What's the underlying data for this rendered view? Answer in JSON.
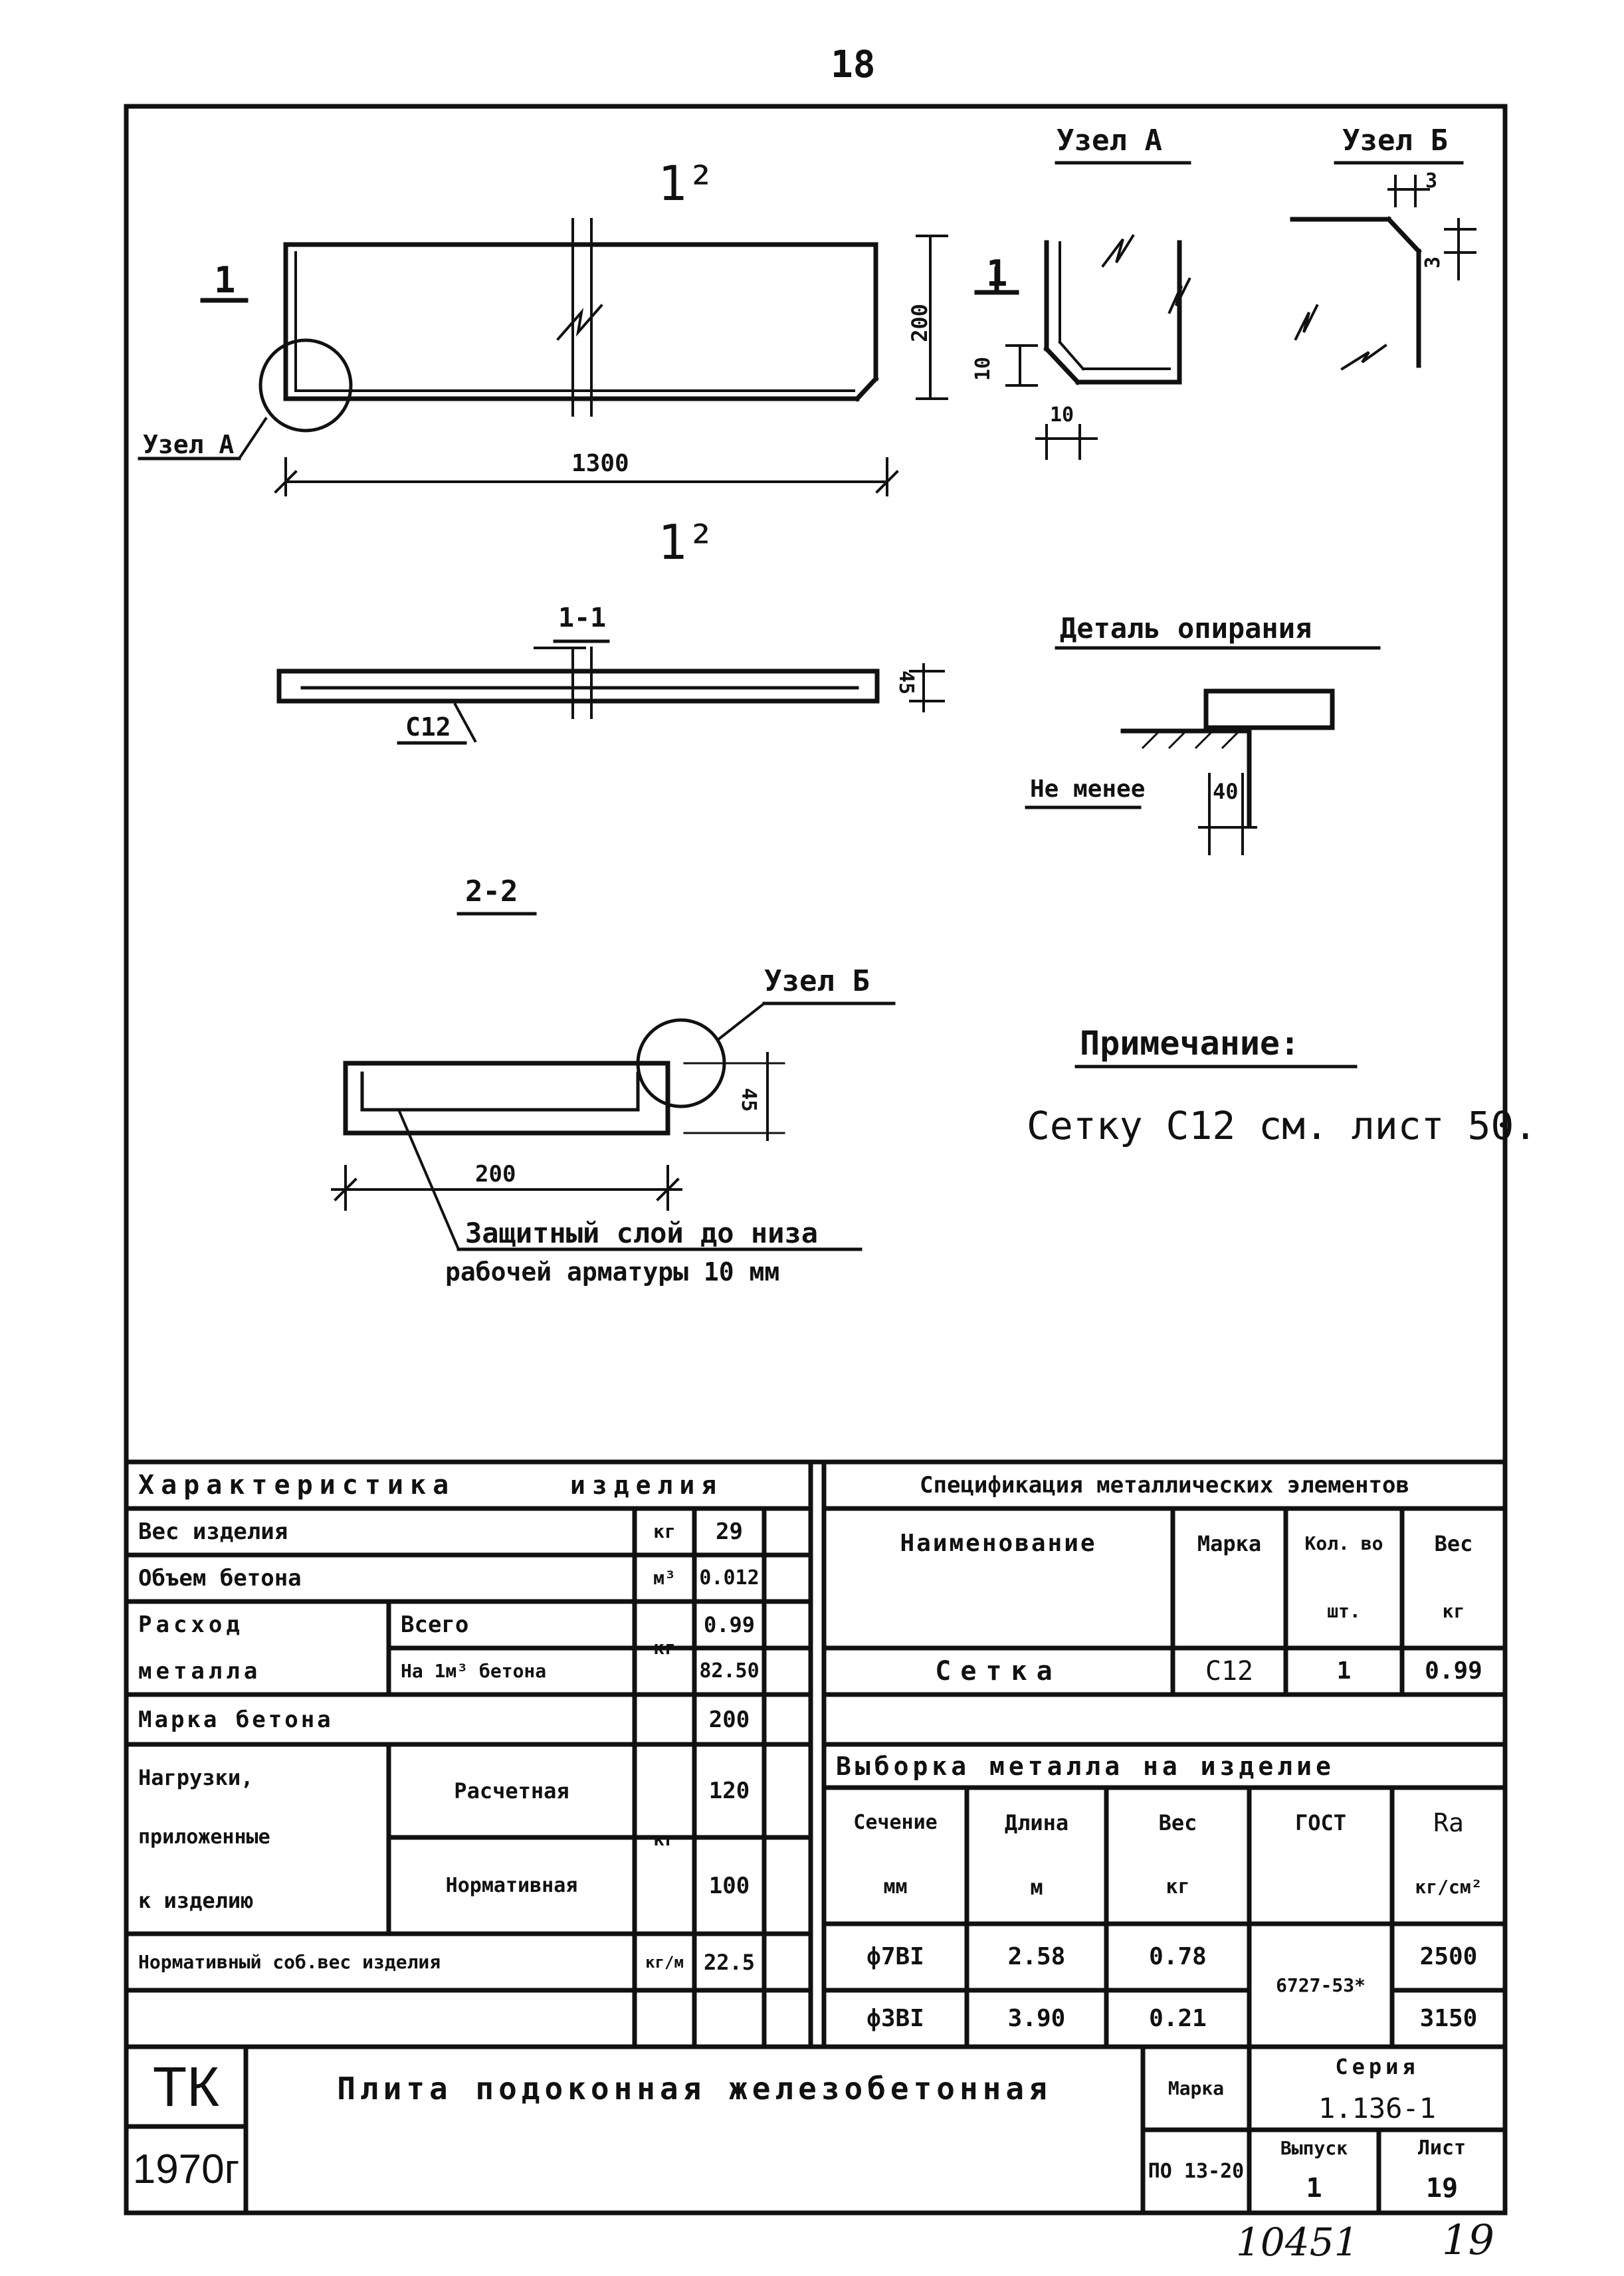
{
  "page_number": "18",
  "drawing": {
    "elevation_marker": "1²",
    "section_marker_1": "1",
    "section_marker_2": "1",
    "node_a_title": "Узел А",
    "node_b_title": "Узел Б",
    "node_a_callout": "Узел А",
    "node_b_callout": "Узел Б",
    "dim_1300": "1300",
    "dim_200_side": "200",
    "dim_10_v": "10",
    "dim_10_h": "10",
    "dim_3_top": "3",
    "dim_3_side": "3",
    "section_1_1": "1-1",
    "dim_45_a": "45",
    "mesh_label": "С12",
    "support_title": "Деталь опирания",
    "not_less": "Не менее",
    "dim_40": "40",
    "section_2_2": "2-2",
    "dim_45_b": "45",
    "dim_200_bottom": "200",
    "protective_layer_1": "Защитный слой до низа",
    "protective_layer_2": "рабочей арматуры 10 мм",
    "note_title": "Примечание:",
    "note_text": "Сетку С12 см. лист 50."
  },
  "char_table": {
    "title_left": "Характеристика",
    "title_right": "изделия",
    "rows": {
      "weight_label": "Вес изделия",
      "weight_unit": "кг",
      "weight_val": "29",
      "volume_label": "Объем бетона",
      "volume_unit": "м³",
      "volume_val": "0.012",
      "metal_label_1": "Расход",
      "metal_label_2": "металла",
      "metal_total_label": "Всего",
      "metal_total_val": "0.99",
      "metal_per_m3_label": "На 1м³ бетона",
      "metal_per_m3_val": "82.50",
      "metal_unit": "кг",
      "grade_label": "Марка бетона",
      "grade_val": "200",
      "loads_label_1": "Нагрузки,",
      "loads_label_2": "приложенные",
      "loads_label_3": "к изделию",
      "loads_unit": "кг",
      "design_label": "Расчетная",
      "design_val": "120",
      "normative_label": "Нормативная",
      "normative_val": "100",
      "selfweight_label": "Нормативный соб.вес изделия",
      "selfweight_unit": "кг/м",
      "selfweight_val": "22.5"
    }
  },
  "spec_table": {
    "title": "Спецификация металлических элементов",
    "headers": {
      "name": "Наименование",
      "mark": "Марка",
      "qty_1": "Кол. во",
      "qty_2": "шт.",
      "weight_1": "Вес",
      "weight_2": "кг"
    },
    "row": {
      "name": "Сетка",
      "mark": "С12",
      "qty": "1",
      "weight": "0.99"
    }
  },
  "selection_table": {
    "title": "Выборка металла на изделие",
    "headers": {
      "section_1": "Сечение",
      "section_2": "мм",
      "length_1": "Длина",
      "length_2": "м",
      "weight_1": "Вес",
      "weight_2": "кг",
      "gost": "ГОСТ",
      "ra_1": "Ra",
      "ra_2": "кг/см²"
    },
    "rows": [
      {
        "section": "ф7ВI",
        "length": "2.58",
        "weight": "0.78",
        "ra": "2500"
      },
      {
        "section": "ф3ВI",
        "length": "3.90",
        "weight": "0.21",
        "ra": "3150"
      }
    ],
    "gost": "6727-53*"
  },
  "title_block": {
    "org": "ТК",
    "year": "1970г",
    "product_title": "Плита подоконная железобетонная",
    "mark_label": "Марка",
    "mark_value": "ПО 13-20",
    "series_label": "Серия",
    "series_value": "1.136-1",
    "issue_label": "Выпуск",
    "issue_value": "1",
    "sheet_label": "Лист",
    "sheet_value": "19"
  },
  "footer": {
    "archive_number": "10451",
    "handwritten_page": "19"
  }
}
